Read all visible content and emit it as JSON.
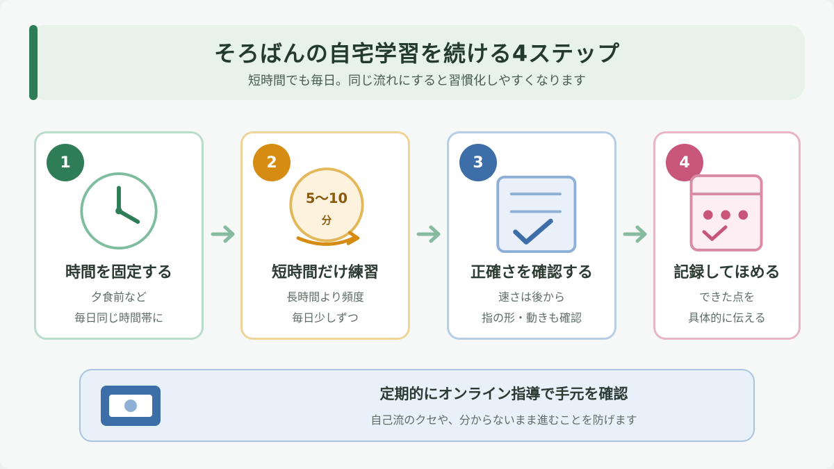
{
  "header": {
    "title": "そろばんの自宅学習を続ける4ステップ",
    "subtitle": "短時間でも毎日。同じ流れにすると習慣化しやすくなります"
  },
  "steps": [
    {
      "number": "1",
      "title": "時間を固定する",
      "line1": "夕食前など",
      "line2": "毎日同じ時間帯に",
      "icon": "clock-icon",
      "color": "#2e7d57",
      "border": "#b9dccb"
    },
    {
      "number": "2",
      "title": "短時間だけ練習",
      "line1": "長時間より頻度",
      "line2": "毎日少しずつ",
      "icon": "timer-icon",
      "timer_label": "5〜10",
      "timer_unit": "分",
      "color": "#d68b12",
      "border": "#efd49a"
    },
    {
      "number": "3",
      "title": "正確さを確認する",
      "line1": "速さは後から",
      "line2": "指の形・動きも確認",
      "icon": "checklist-icon",
      "color": "#3d6ea8",
      "border": "#b6cde6"
    },
    {
      "number": "4",
      "title": "記録してほめる",
      "line1": "できた点を",
      "line2": "具体的に伝える",
      "icon": "calendar-check-icon",
      "color": "#c8557a",
      "border": "#e8b4c6"
    }
  ],
  "footer": {
    "title": "定期的にオンライン指導で手元を確認",
    "subtitle": "自己流のクセや、分からないまま進むことを防げます",
    "icon": "video-camera-icon"
  }
}
